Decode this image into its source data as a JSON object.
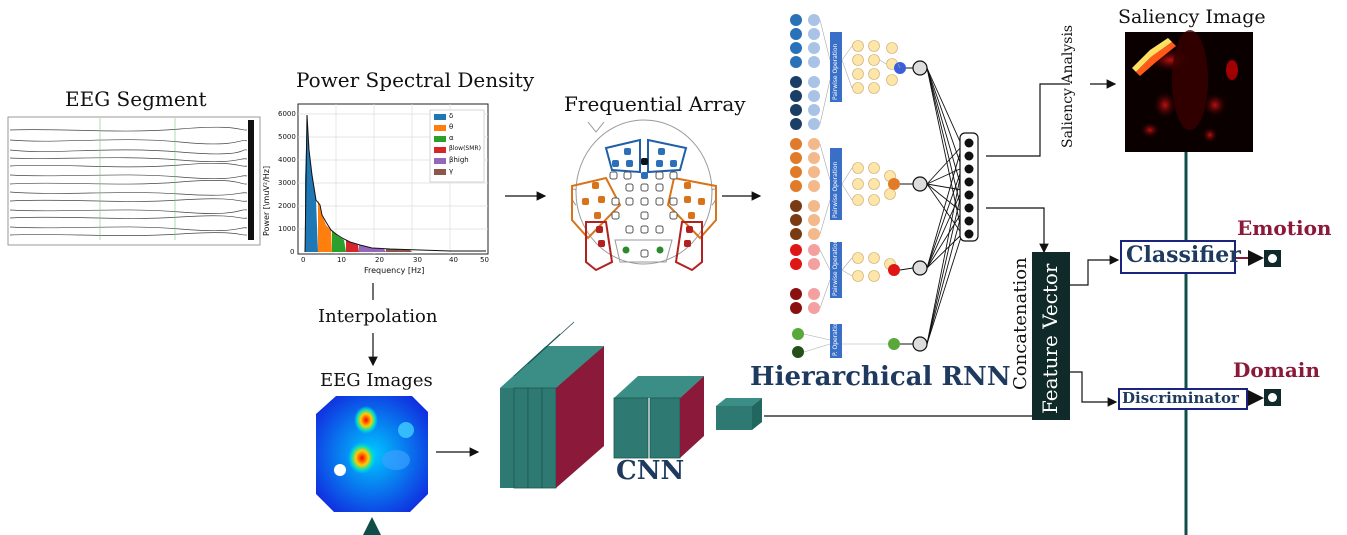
{
  "labels": {
    "eeg_segment": "EEG Segment",
    "psd": "Power Spectral Density",
    "frequential_array": "Frequential Array",
    "interpolation": "Interpolation",
    "eeg_images": "EEG Images",
    "cnn": "CNN",
    "hierarchical_rnn": "Hierarchical RNN",
    "saliency_image": "Saliency Image",
    "saliency_analysis": "Saliency Analysis",
    "concatenation": "Concatenation",
    "feature_vector": "Feature Vector",
    "classifier": "Classifier",
    "discriminator": "Discriminator",
    "emotion": "Emotion",
    "domain": "Domain",
    "pairwise_operation": "Pairwise Operation",
    "p_operation": "P. Operation"
  },
  "psd_chart": {
    "ylabel": "Power [\\muV²/Hz]",
    "xlabel": "Frequency [Hz]",
    "xticks": [
      "0",
      "10",
      "20",
      "30",
      "40",
      "50"
    ],
    "yticks": [
      "0",
      "1000",
      "2000",
      "3000",
      "4000",
      "5000",
      "6000"
    ],
    "legend": [
      "δ",
      "θ",
      "α",
      "βlow(SMR)",
      "βhigh",
      "γ"
    ]
  },
  "colors": {
    "navy": "#1f3a5f",
    "maroon": "#8b1a3a",
    "teal": "#2e7a72",
    "dark_teal": "#0f4d49",
    "delta": "#1f77b4",
    "theta": "#ff7f0e",
    "alpha": "#2ca02c",
    "beta_low": "#d62728",
    "beta_high": "#9467bd",
    "gamma": "#8c564b"
  }
}
